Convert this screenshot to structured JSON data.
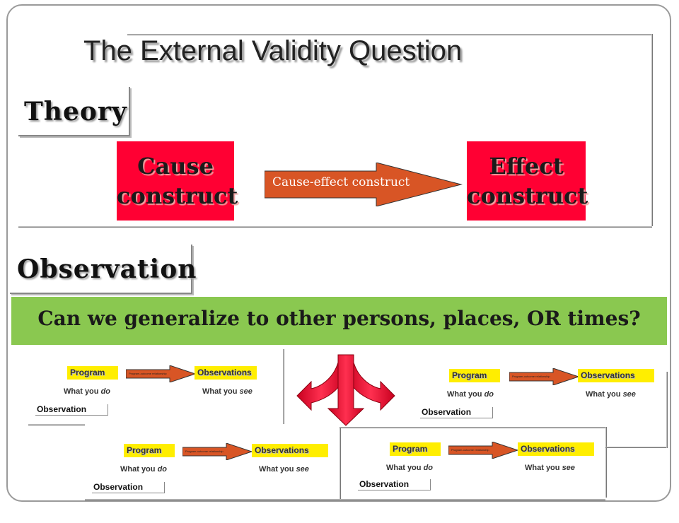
{
  "slide": {
    "title": "The External Validity Question",
    "theory_label": "Theory",
    "cause_box": [
      "Cause",
      "construct"
    ],
    "effect_box": [
      "Effect",
      "construct"
    ],
    "arrow_label": "Cause-effect construct",
    "observation_label": "Observation",
    "question": "Can we generalize to other persons, places, OR times?"
  },
  "mini": {
    "program": "Program",
    "observations": "Observations",
    "what_you": "What you",
    "do": "do",
    "see": "see",
    "arrow_label": "Program-outcome relationship",
    "observation": "Observation"
  },
  "colors": {
    "red_box": "#ff0033",
    "arrow_fill": "#d85525",
    "banner": "#8ac850",
    "yellow_box": "#ffee00",
    "fork_arrow": "#ff0033"
  }
}
